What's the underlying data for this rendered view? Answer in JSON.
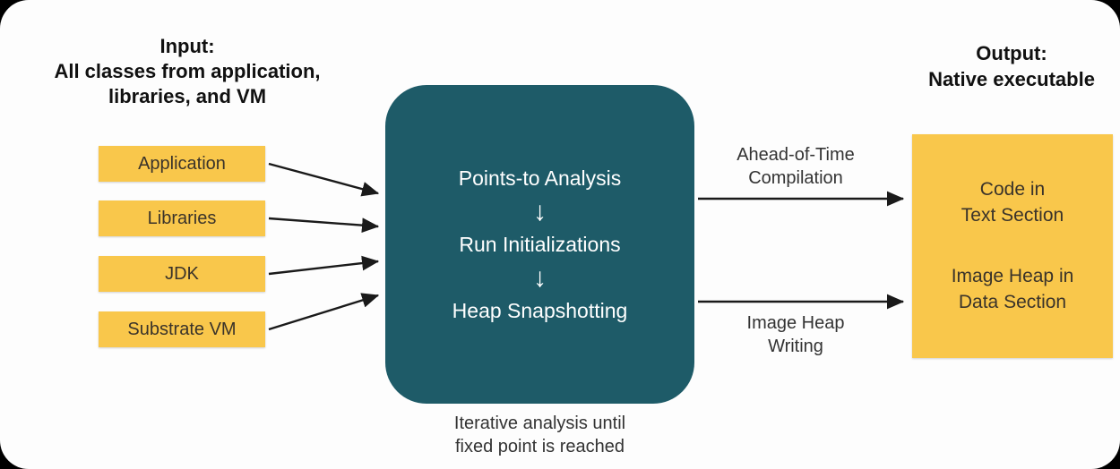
{
  "diagram": {
    "input": {
      "title_line1": "Input:",
      "title_line2": "All classes from application,",
      "title_line3": "libraries, and VM",
      "boxes": [
        "Application",
        "Libraries",
        "JDK",
        "Substrate VM"
      ]
    },
    "process": {
      "steps": [
        "Points-to Analysis",
        "Run Initializations",
        "Heap Snapshotting"
      ],
      "down_arrow": "↓",
      "caption_line1": "Iterative analysis until",
      "caption_line2": "fixed point is reached"
    },
    "flows": {
      "top_line1": "Ahead-of-Time",
      "top_line2": "Compilation",
      "bottom_line1": "Image Heap",
      "bottom_line2": "Writing"
    },
    "output": {
      "title_line1": "Output:",
      "title_line2": "Native executable",
      "box_item1_line1": "Code in",
      "box_item1_line2": "Text Section",
      "box_item2_line1": "Image Heap in",
      "box_item2_line2": "Data Section"
    },
    "colors": {
      "yellow": "#F9C74B",
      "teal": "#1E5B68",
      "ink": "#1A1A1A",
      "background": "#FDFDFD"
    }
  }
}
